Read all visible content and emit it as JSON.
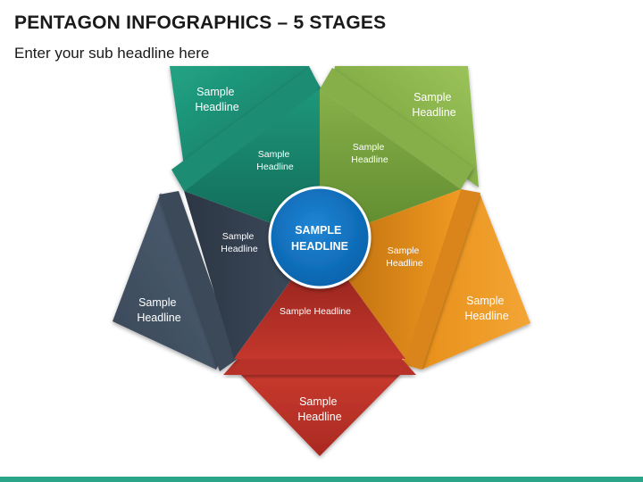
{
  "title": "PENTAGON INFOGRAPHICS – 5 STAGES",
  "subtitle": "Enter your sub headline here",
  "center": {
    "line1": "SAMPLE",
    "line2": "HEADLINE"
  },
  "colors": {
    "teal": "#1e9a7e",
    "green": "#8fb84f",
    "orange": "#ef9a23",
    "red": "#c0352b",
    "slate": "#465669",
    "center": "#0f75c6",
    "footer": "#2aa58a"
  },
  "stages": [
    {
      "id": "teal",
      "inner": {
        "line1": "Sample",
        "line2": "Headline"
      },
      "outer": {
        "line1": "Sample",
        "line2": "Headline"
      }
    },
    {
      "id": "green",
      "inner": {
        "line1": "Sample",
        "line2": "Headline"
      },
      "outer": {
        "line1": "Sample",
        "line2": "Headline"
      }
    },
    {
      "id": "orange",
      "inner": {
        "line1": "Sample",
        "line2": "Headline"
      },
      "outer": {
        "line1": "Sample",
        "line2": "Headline"
      }
    },
    {
      "id": "red",
      "inner": {
        "line1": "Sample Headline"
      },
      "outer": {
        "line1": "Sample",
        "line2": "Headline"
      }
    },
    {
      "id": "slate",
      "inner": {
        "line1": "Sample",
        "line2": "Headline"
      },
      "outer": {
        "line1": "Sample",
        "line2": "Headline"
      }
    }
  ]
}
